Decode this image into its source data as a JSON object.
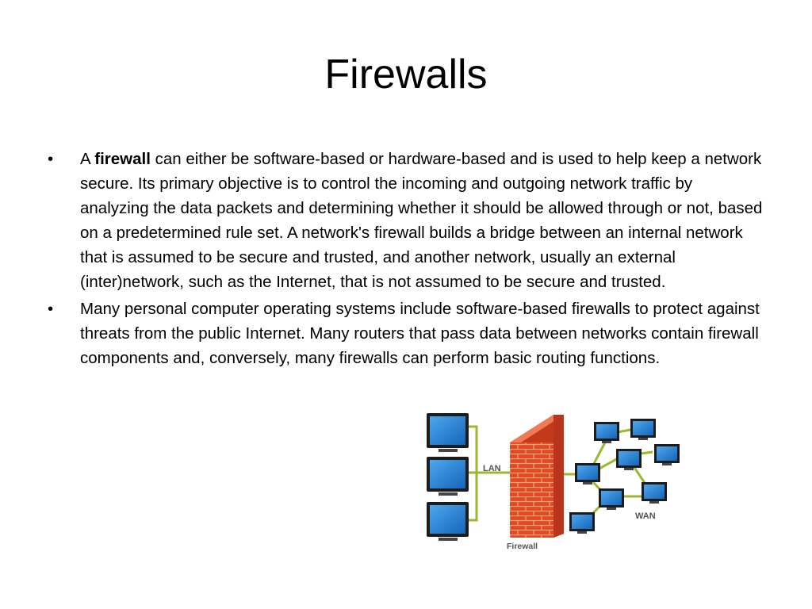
{
  "slide": {
    "title": "Firewalls",
    "bullets": [
      {
        "marker": "•",
        "prefix": "A ",
        "bold": "firewall",
        "text": " can either be software-based or hardware-based and is used to help keep a network secure. Its primary objective is to control the incoming and outgoing network traffic by analyzing the data packets and determining whether it should be allowed through or not, based on a predetermined rule set. A network's firewall builds a bridge between an internal network that is assumed to be secure and trusted, and another network, usually an external (inter)network, such as the Internet, that is not assumed to be secure and trusted."
      },
      {
        "marker": "•",
        "text": "Many personal computer operating systems include software-based firewalls to protect against threats from the public Internet. Many routers that pass data between networks contain firewall components and, conversely, many firewalls can perform basic routing functions."
      }
    ],
    "diagram": {
      "lan_label": "LAN",
      "wan_label": "WAN",
      "firewall_label": "Firewall",
      "colors": {
        "wire": "#9ab832",
        "brick": "#e34a22",
        "mortar": "#f4a27a",
        "screen": "#1f7fd0",
        "monitor_frame": "#1c1c1c"
      }
    }
  }
}
